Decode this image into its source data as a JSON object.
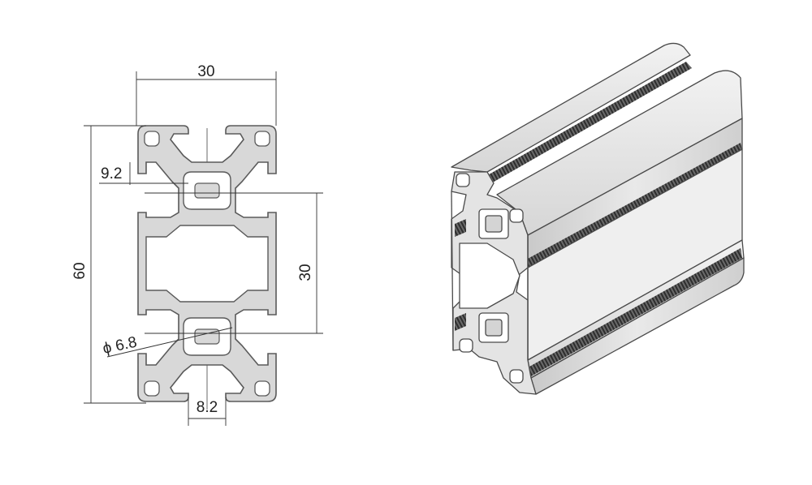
{
  "dimensions": {
    "top_width": "30",
    "slot_offset": "9.2",
    "height": "60",
    "center_spacing": "30",
    "hole_diameter": "ϕ 6.8",
    "slot_width": "8.2"
  },
  "colors": {
    "profile_fill": "#d8d8d8",
    "profile_stroke": "#5a5a5a",
    "dimension_line": "#333333",
    "slot_stripe": "#3a3a3a"
  }
}
